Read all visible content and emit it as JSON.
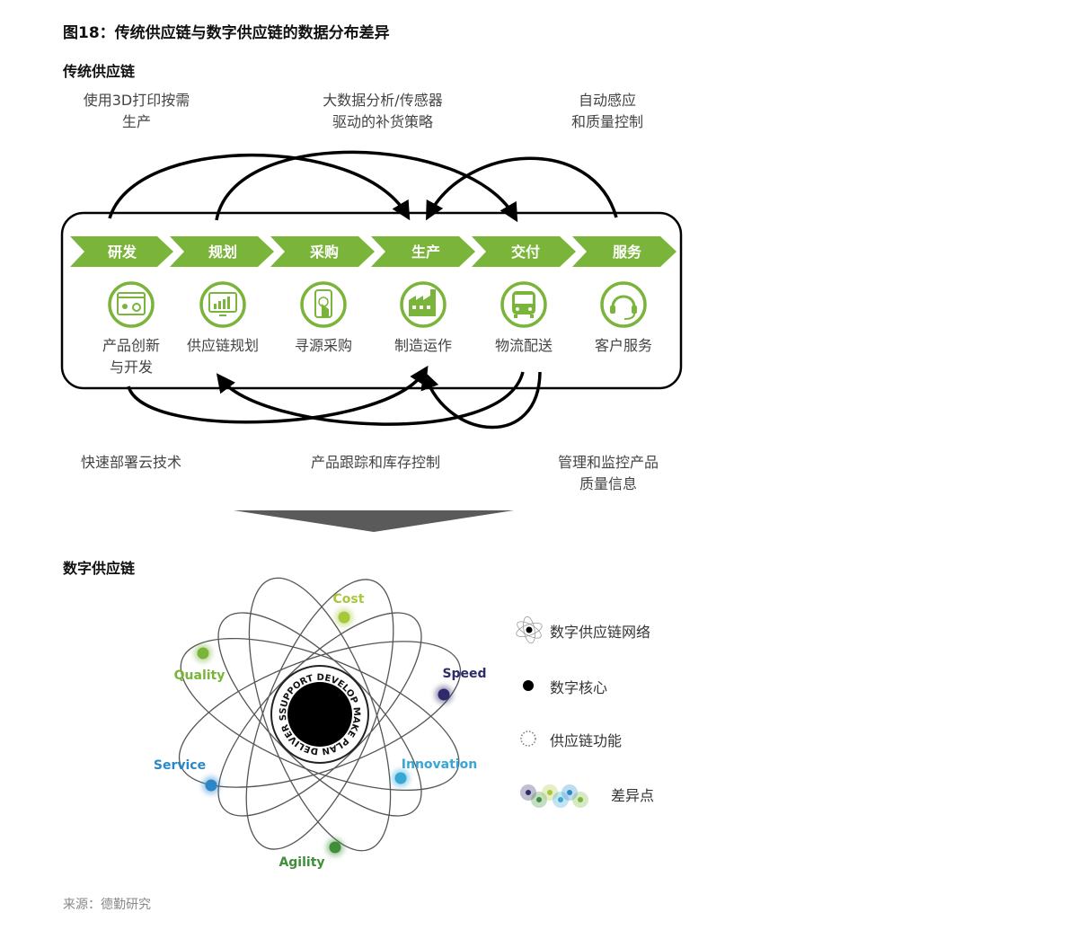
{
  "figure_title": "图18：传统供应链与数字供应链的数据分布差异",
  "traditional": {
    "title": "传统供应链",
    "top_captions": [
      "使用3D打印按需\n生产",
      "大数据分析/传感器\n驱动的补货策略",
      "自动感应\n和质量控制"
    ],
    "stages": [
      "研发",
      "规划",
      "采购",
      "生产",
      "交付",
      "服务"
    ],
    "icons": [
      {
        "icon": "gear-screen-icon",
        "label": "产品创新\n与开发"
      },
      {
        "icon": "bar-chart-monitor-icon",
        "label": "供应链规划"
      },
      {
        "icon": "touch-phone-icon",
        "label": "寻源采购"
      },
      {
        "icon": "factory-icon",
        "label": "制造运作"
      },
      {
        "icon": "bus-icon",
        "label": "物流配送"
      },
      {
        "icon": "headset-icon",
        "label": "客户服务"
      }
    ],
    "bottom_captions": [
      "快速部署云技术",
      "产品跟踪和库存控制",
      "管理和监控产品\n质量信息"
    ],
    "accent_color": "#7ab43a"
  },
  "digital": {
    "title": "数字供应链",
    "core_ring_text": "SUPPORT DEVELOP MAKE PLAN DELIVER SOURCE",
    "nodes": [
      {
        "name": "Cost",
        "color": "#a8c83a"
      },
      {
        "name": "Quality",
        "color": "#7ab43a"
      },
      {
        "name": "Speed",
        "color": "#2e2a6b"
      },
      {
        "name": "Innovation",
        "color": "#37a7d6"
      },
      {
        "name": "Service",
        "color": "#2b87c6"
      },
      {
        "name": "Agility",
        "color": "#3f8f3a"
      }
    ],
    "legend": [
      {
        "icon": "network-atom-icon",
        "label": "数字供应链网络"
      },
      {
        "icon": "core-dot-icon",
        "label": "数字核心"
      },
      {
        "icon": "dotted-ring-icon",
        "label": "供应链功能"
      },
      {
        "icon": "diff-dots-icon",
        "label": "差异点"
      }
    ]
  },
  "source": "来源：德勤研究"
}
